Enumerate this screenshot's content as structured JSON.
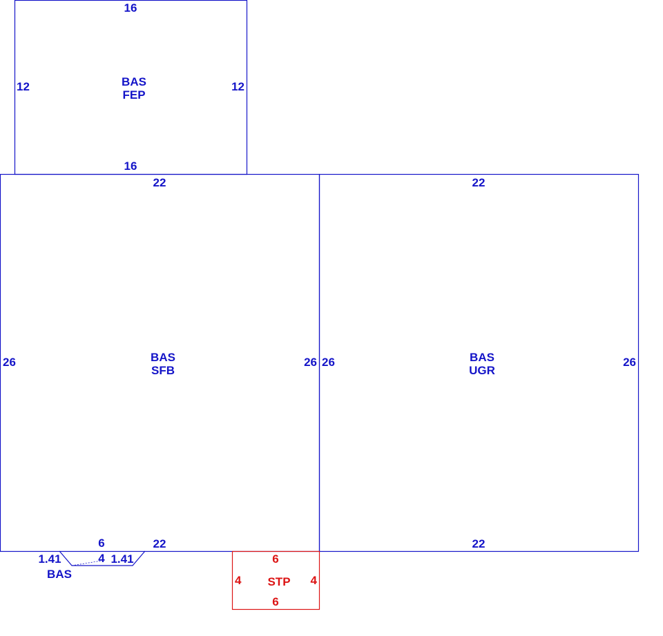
{
  "colors": {
    "main": "#1414c8",
    "accent": "#dc1414"
  },
  "areas": {
    "fep": {
      "label_1": "BAS",
      "label_2": "FEP",
      "dim_top": "16",
      "dim_bottom": "16",
      "dim_left": "12",
      "dim_right": "12"
    },
    "sfb": {
      "label_1": "BAS",
      "label_2": "SFB",
      "dim_top": "22",
      "dim_bottom": "22",
      "dim_left": "26",
      "dim_right": "26"
    },
    "ugr": {
      "label_1": "BAS",
      "label_2": "UGR",
      "dim_top": "22",
      "dim_bottom": "22",
      "dim_left": "26",
      "dim_right": "26"
    },
    "bay": {
      "label": "BAS",
      "dim_top": "6",
      "dim_bottom": "4",
      "dim_left": "1.41",
      "dim_right": "1.41"
    },
    "stp": {
      "label": "STP",
      "dim_top": "6",
      "dim_bottom": "6",
      "dim_left": "4",
      "dim_right": "4"
    }
  }
}
